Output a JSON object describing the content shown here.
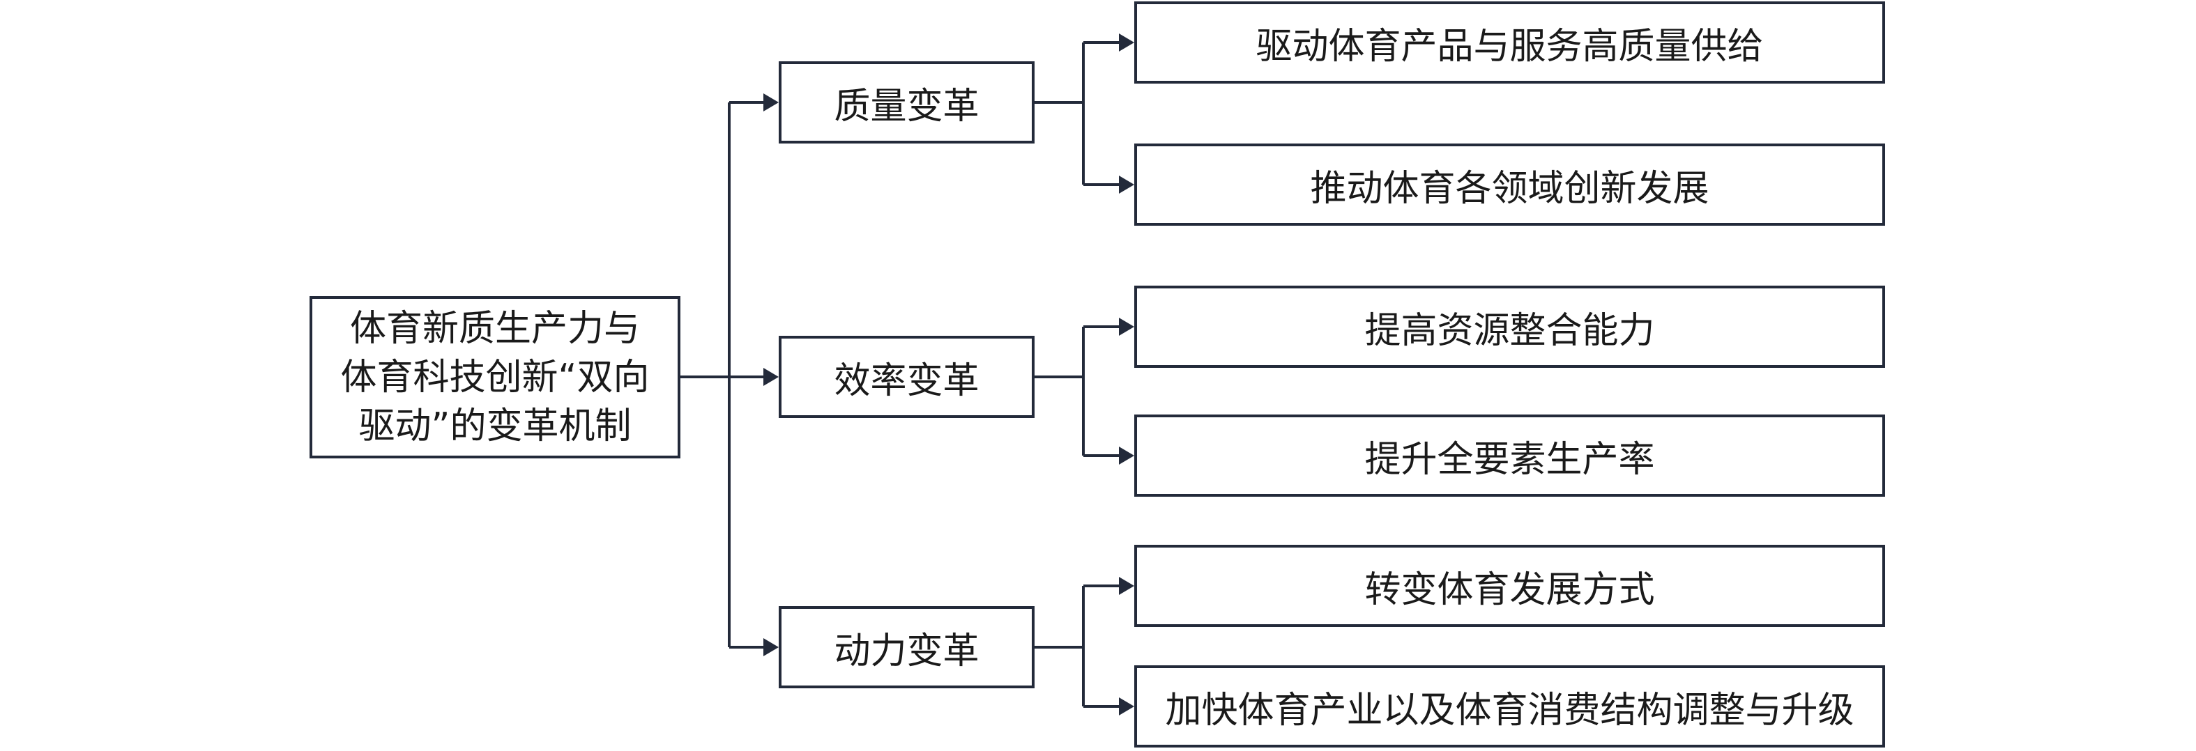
{
  "root": {
    "lines": [
      "体育新质生产力与",
      "体育科技创新“双向",
      "驱动”的变革机制"
    ]
  },
  "branches": [
    {
      "label": "质量变革",
      "leaves": [
        "驱动体育产品与服务高质量供给",
        "推动体育各领域创新发展"
      ]
    },
    {
      "label": "效率变革",
      "leaves": [
        "提高资源整合能力",
        "提升全要素生产率"
      ]
    },
    {
      "label": "动力变革",
      "leaves": [
        "转变体育发展方式",
        "加快体育产业以及体育消费结构调整与升级"
      ]
    }
  ],
  "colors": {
    "line": "#232a3a",
    "box_fill": "#ffffff",
    "text": "#1a1a1a"
  }
}
